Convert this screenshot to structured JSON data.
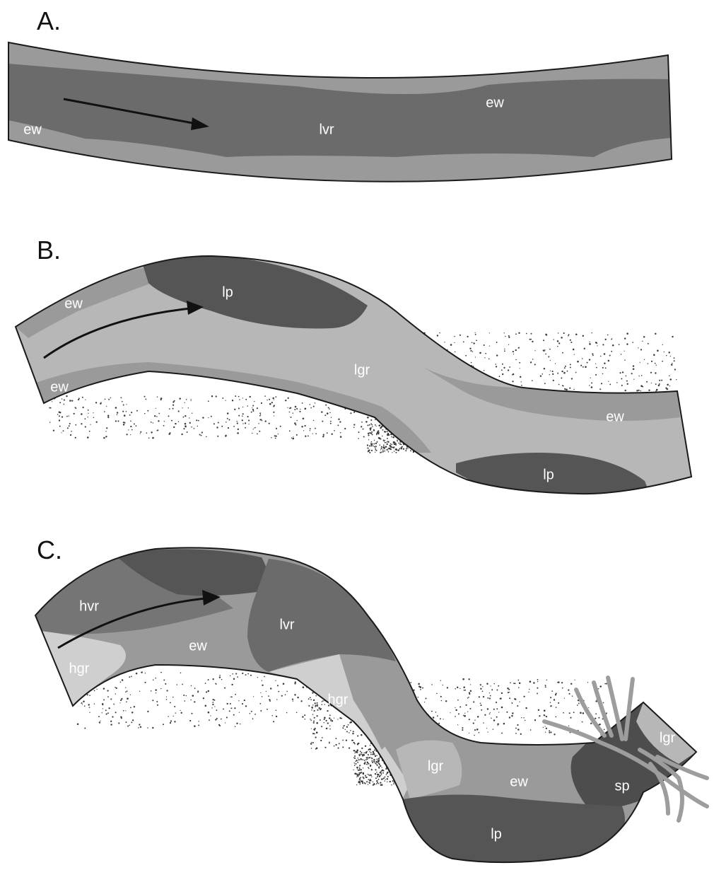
{
  "colors": {
    "outline": "#1a1a1a",
    "ew": "#9a9a9a",
    "lvr": "#6b6b6b",
    "lgr": "#b7b7b7",
    "lp": "#555555",
    "hvr": "#757575",
    "hgr": "#cfcfcf",
    "sp": "#4d4d4d",
    "sediment": "#3a3a3a",
    "root": "#a0a0a0"
  },
  "panels": {
    "a": {
      "title": "A.",
      "labels": {
        "ew_top": "ew",
        "lvr": "lvr",
        "ew_left": "ew"
      }
    },
    "b": {
      "title": "B.",
      "labels": {
        "lp_top": "lp",
        "ew_upper": "ew",
        "ew_lower": "ew",
        "lgr": "lgr",
        "ew_right": "ew",
        "lp_bottom": "lp"
      }
    },
    "c": {
      "title": "C.",
      "labels": {
        "hvr": "hvr",
        "ew_mid": "ew",
        "lvr": "lvr",
        "hgr_left": "hgr",
        "hgr_mid": "hgr",
        "lgr_mid": "lgr",
        "ew_right": "ew",
        "sp": "sp",
        "lp": "lp",
        "lgr_right": "lgr"
      }
    }
  }
}
